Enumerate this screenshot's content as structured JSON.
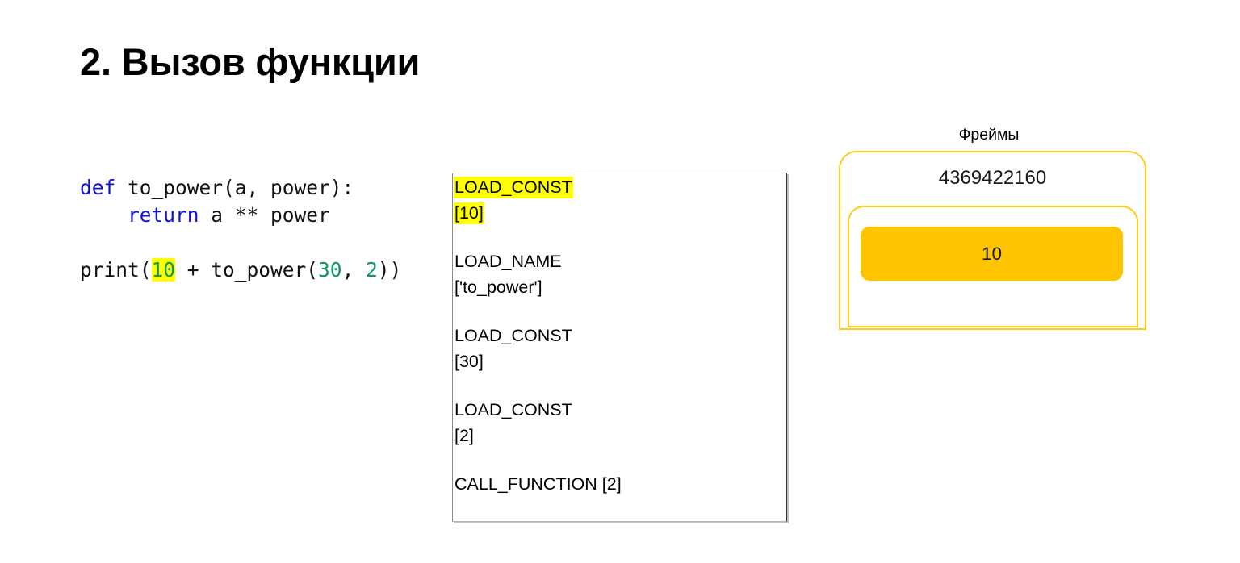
{
  "slide": {
    "title": "2. Вызов функции",
    "background": "#ffffff"
  },
  "colors": {
    "keyword": "#1212d6",
    "number": "#0a9b63",
    "highlight": "#ffff00",
    "frame_border": "#FFCC1A",
    "frame_fill": "#FFC400",
    "panel_border": "#b0b0b0",
    "text": "#000000"
  },
  "code": {
    "language": "python",
    "lines": [
      {
        "id": "line-def",
        "tokens": [
          {
            "text": "def",
            "type": "keyword"
          },
          {
            "text": " to_power(a, power):",
            "type": "plain"
          }
        ]
      },
      {
        "id": "line-return",
        "tokens": [
          {
            "text": "    ",
            "type": "plain"
          },
          {
            "text": "return",
            "type": "keyword"
          },
          {
            "text": " a ** power",
            "type": "plain"
          }
        ]
      },
      {
        "id": "line-blank",
        "tokens": []
      },
      {
        "id": "line-print",
        "tokens": [
          {
            "text": "print(",
            "type": "plain"
          },
          {
            "text": "10",
            "type": "number-highlighted"
          },
          {
            "text": " + to_power(",
            "type": "plain"
          },
          {
            "text": "30",
            "type": "number"
          },
          {
            "text": ", ",
            "type": "plain"
          },
          {
            "text": "2",
            "type": "number"
          },
          {
            "text": "))",
            "type": "plain"
          }
        ]
      }
    ]
  },
  "bytecode": {
    "instructions": [
      {
        "opcode": "LOAD_CONST",
        "arg": "[10]",
        "arg_inline": false,
        "highlighted": true
      },
      {
        "opcode": "LOAD_NAME",
        "arg": "['to_power']",
        "arg_inline": false,
        "highlighted": false
      },
      {
        "opcode": "LOAD_CONST",
        "arg": "[30]",
        "arg_inline": false,
        "highlighted": false
      },
      {
        "opcode": "LOAD_CONST",
        "arg": "[2]",
        "arg_inline": false,
        "highlighted": false
      },
      {
        "opcode": "CALL_FUNCTION [2]",
        "arg": "",
        "arg_inline": true,
        "highlighted": false
      }
    ]
  },
  "frames": {
    "caption": "Фреймы",
    "outer_frame": {
      "id": "4369422160",
      "inner_frame": {
        "stack_values": [
          {
            "value": "10"
          }
        ]
      }
    }
  }
}
